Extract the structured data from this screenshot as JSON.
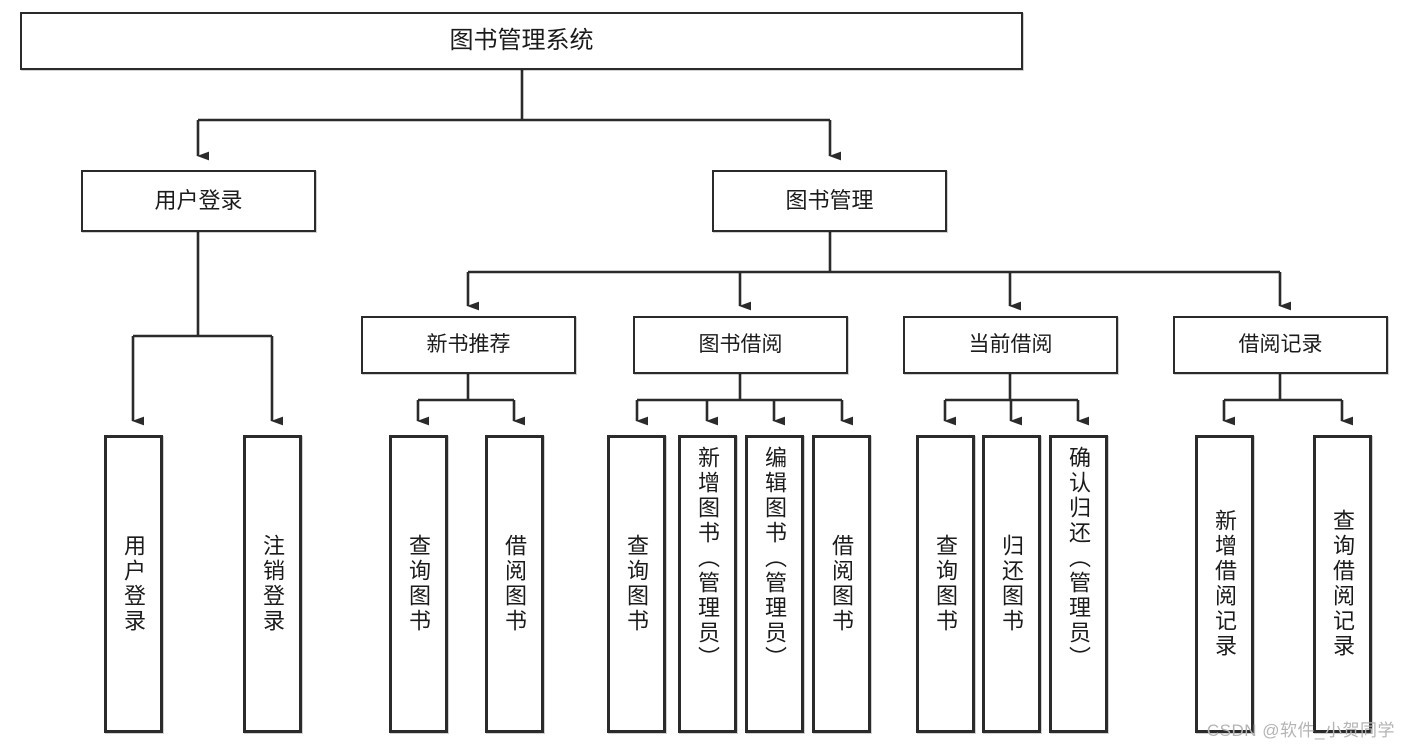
{
  "diagram": {
    "type": "tree",
    "title": "图书管理系统",
    "watermark": "CSDN @软件_小贺同学",
    "colors": {
      "stroke": "#2b2b2b",
      "background": "#ffffff",
      "text": "#1b1b1b",
      "watermark": "#b4b4b4"
    },
    "nodes": {
      "root": {
        "label": "图书管理系统"
      },
      "level1": [
        {
          "id": "user-login",
          "label": "用户登录"
        },
        {
          "id": "book-management",
          "label": "图书管理"
        }
      ],
      "level2": [
        {
          "id": "new-book-recommend",
          "label": "新书推荐"
        },
        {
          "id": "book-borrow",
          "label": "图书借阅"
        },
        {
          "id": "current-borrow",
          "label": "当前借阅"
        },
        {
          "id": "borrow-record",
          "label": "借阅记录"
        }
      ],
      "leaves": {
        "user-login": [
          {
            "id": "leaf-user-login",
            "label": "用户登录"
          },
          {
            "id": "leaf-logout-login",
            "label": "注销登录"
          }
        ],
        "new-book-recommend": [
          {
            "id": "leaf-query-book-1",
            "label": "查询图书"
          },
          {
            "id": "leaf-borrow-book-1",
            "label": "借阅图书"
          }
        ],
        "book-borrow": [
          {
            "id": "leaf-query-book-2",
            "label": "查询图书"
          },
          {
            "id": "leaf-add-book",
            "label": "新增图书（管理员）"
          },
          {
            "id": "leaf-edit-book",
            "label": "编辑图书（管理员）"
          },
          {
            "id": "leaf-borrow-book-2",
            "label": "借阅图书"
          }
        ],
        "current-borrow": [
          {
            "id": "leaf-query-book-3",
            "label": "查询图书"
          },
          {
            "id": "leaf-return-book",
            "label": "归还图书"
          },
          {
            "id": "leaf-confirm-return",
            "label": "确认归还（管理员）"
          }
        ],
        "borrow-record": [
          {
            "id": "leaf-add-record",
            "label": "新增借阅记录"
          },
          {
            "id": "leaf-query-record",
            "label": "查询借阅记录"
          }
        ]
      }
    }
  }
}
